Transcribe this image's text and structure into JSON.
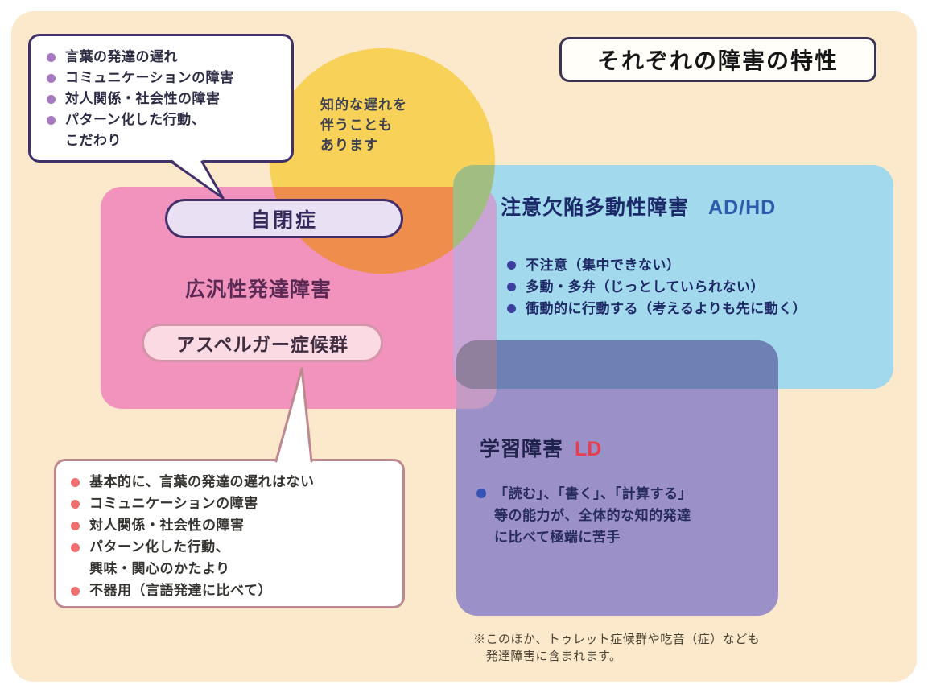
{
  "page_title": "それぞれの障害の特性",
  "intellectual_note": "知的な遅れを\n伴うことも\nあります",
  "pdd_group": {
    "region_label": "広汎性発達障害",
    "autism_label": "自閉症",
    "asperger_label": "アスペルガー症候群"
  },
  "autism_bubble": {
    "items": [
      "言葉の発達の遅れ",
      "コミュニケーションの障害",
      "対人関係・社会性の障害",
      "パターン化した行動、\nこだわり"
    ]
  },
  "asperger_bubble": {
    "items": [
      "基本的に、言葉の発達の遅れはない",
      "コミュニケーションの障害",
      "対人関係・社会性の障害",
      "パターン化した行動、\n興味・関心のかたより",
      "不器用（言語発達に比べて）"
    ]
  },
  "adhd": {
    "title_jp": "注意欠陥多動性障害",
    "title_en": "AD/HD",
    "items": [
      "不注意（集中できない）",
      "多動・多弁（じっとしていられない）",
      "衝動的に行動する（考えるよりも先に動く）"
    ]
  },
  "ld": {
    "title_jp": "学習障害",
    "title_en": "LD",
    "items": [
      "「読む」、「書く」、「計算する」\n等の能力が、全体的な知的発達\nに比べて極端に苦手"
    ]
  },
  "footnote": "※このほか、トゥレット症候群や吃音（症）なども\n　発達障害に含まれます。",
  "colors": {
    "background": "#fce8ca",
    "intellectual_circle": "#f8d158",
    "pdd_region": "#f193bd",
    "adhd_region": "#a2d9ec",
    "ld_region": "#9c90c8",
    "overlap_intellectual_pdd": "#ef8d4d",
    "overlap_intellectual_adhd": "#a2bd82",
    "overlap_pdd_adhd": "#c8a5d5",
    "overlap_adhd_ld": "#6d81b5",
    "overlap_pdd_adhd_ld": "#917f9e",
    "overlap_pdd_ld": "#c49bc4",
    "adhd_en_accent": "#2d5cac",
    "ld_en_accent": "#e4404d",
    "autism_bubble_border": "#40306b",
    "asperger_bubble_border": "#bd8890"
  }
}
